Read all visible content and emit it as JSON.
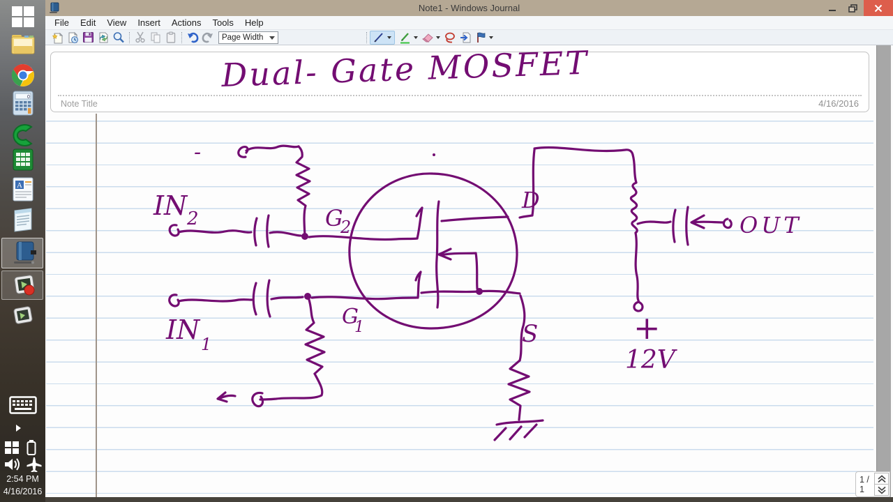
{
  "window": {
    "title": "Note1 - Windows Journal",
    "control_icons": [
      "minimize-icon",
      "restore-icon",
      "close-icon"
    ]
  },
  "menubar": {
    "items": [
      "File",
      "Edit",
      "View",
      "Insert",
      "Actions",
      "Tools",
      "Help"
    ]
  },
  "toolbar": {
    "page_zoom_value": "Page Width",
    "left_icons": [
      "new-note-icon",
      "open-note-icon",
      "save-icon",
      "email-note-icon",
      "zoom-icon",
      "cut-icon",
      "copy-icon",
      "paste-icon",
      "undo-icon",
      "redo-icon"
    ],
    "pen_icons": [
      "pen-icon",
      "highlighter-icon",
      "eraser-icon",
      "lasso-icon",
      "insert-space-icon",
      "flag-icon"
    ]
  },
  "note": {
    "handwritten_title": "Dual- Gate MOSFET",
    "title_placeholder": "Note Title",
    "date": "4/16/2016"
  },
  "ink": {
    "color": "#730d72",
    "labels": {
      "minus": "-",
      "in2_main": "IN",
      "in2_sub": "2",
      "g2_main": "G",
      "g2_sub": "2",
      "drain": "D",
      "g1_main": "G",
      "g1_sub": "1",
      "in1_main": "IN",
      "in1_sub": "1",
      "source": "S",
      "out": "OUT",
      "plus": "+",
      "supply": "12V"
    }
  },
  "pager": {
    "pages": "1 / 1"
  },
  "taskbar": {
    "time": "2:54 PM",
    "date": "4/16/2016",
    "icons": [
      "windows-start-icon",
      "file-explorer-icon",
      "chrome-icon",
      "calculator-icon",
      "green-c-app-icon",
      "green-grid-app-icon",
      "wordpad-icon",
      "notepad-icon",
      "windows-journal-icon",
      "screen-recorder-icon",
      "encoder-app-icon",
      "touch-keyboard-icon",
      "hidden-icons-arrow",
      "windows-flag-small-icon",
      "battery-icon",
      "speaker-icon",
      "airplane-icon"
    ]
  }
}
